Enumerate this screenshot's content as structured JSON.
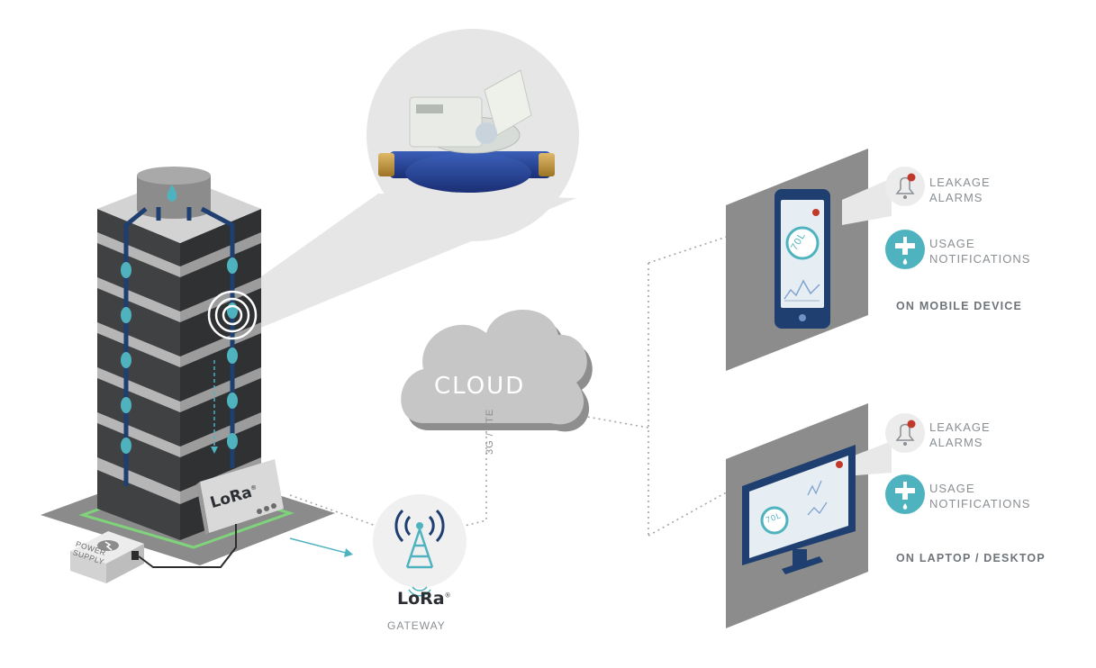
{
  "cloud": {
    "label": "CLOUD"
  },
  "link": {
    "label": "3G / LTE"
  },
  "gateway": {
    "brand": "LoRa",
    "label": "GATEWAY"
  },
  "building": {
    "module_brand": "LoRa",
    "meter_reading": ""
  },
  "power_supply": {
    "line1": "POWER",
    "line2": "SUPPLY"
  },
  "mobile": {
    "display_value": "70L",
    "features": [
      {
        "line1": "LEAKAGE",
        "line2": "ALARMS",
        "icon": "bell-alarm-icon"
      },
      {
        "line1": "USAGE",
        "line2": "NOTIFICATIONS",
        "icon": "water-tap-icon"
      }
    ],
    "caption": "ON MOBILE DEVICE"
  },
  "desktop": {
    "display_value": "70L",
    "features": [
      {
        "line1": "LEAKAGE",
        "line2": "ALARMS",
        "icon": "bell-alarm-icon"
      },
      {
        "line1": "USAGE",
        "line2": "NOTIFICATIONS",
        "icon": "water-tap-icon"
      }
    ],
    "caption": "ON LAPTOP / DESKTOP"
  },
  "colors": {
    "navy": "#1e3f6f",
    "teal": "#4fb3bf",
    "alert": "#c0392b",
    "panel_gray": "#8c8c8c",
    "building_dark": "#4a4c4e",
    "building_light": "#bdbdbd"
  }
}
